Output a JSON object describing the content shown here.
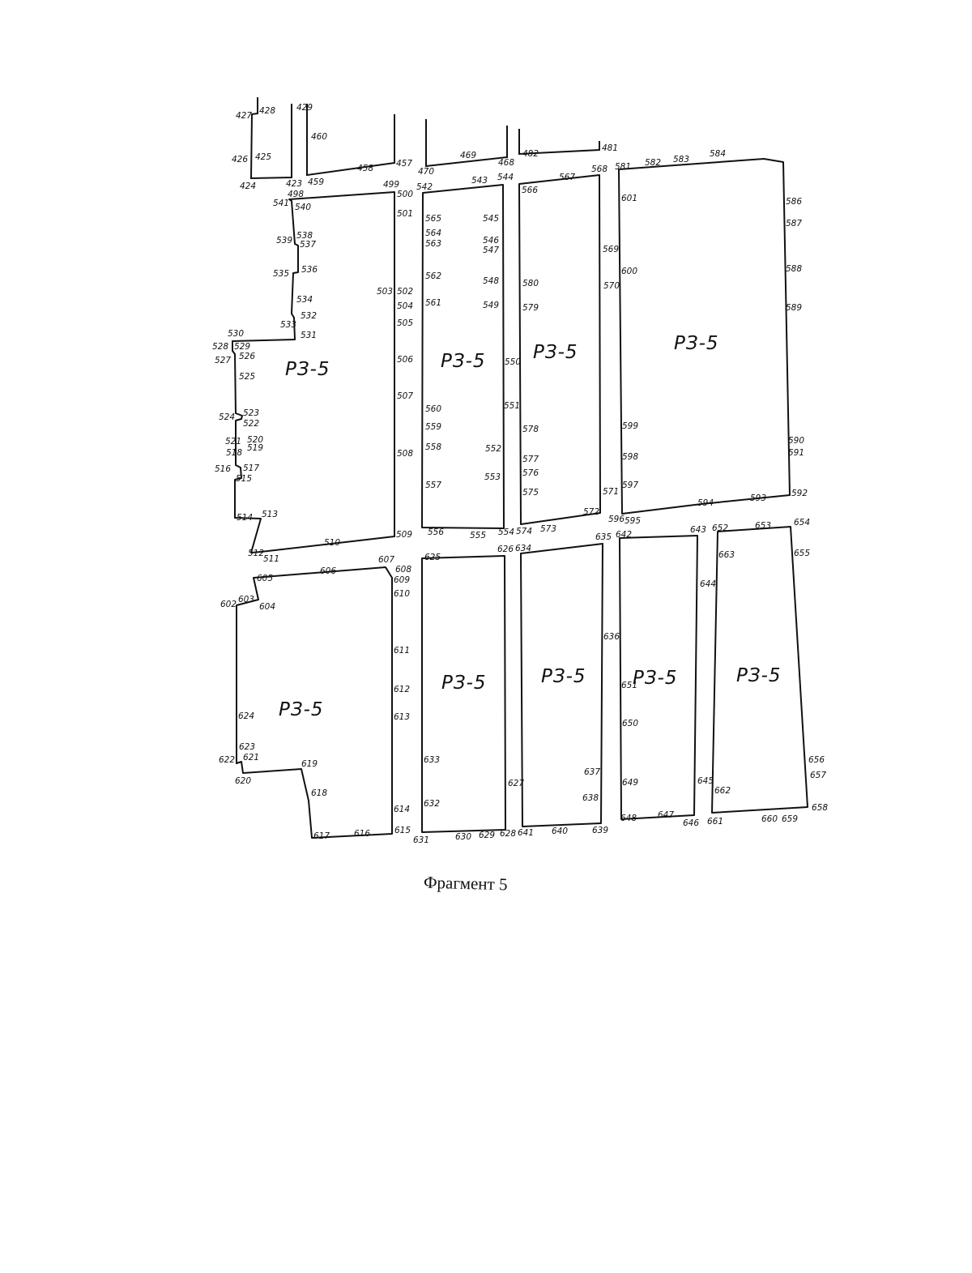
{
  "caption": "Фрагмент 5",
  "zone_label": "РЗ-5",
  "parcels": [
    {
      "id": "parcel-top-1",
      "zone": "РЗ-5",
      "vertices": [
        "498",
        "499",
        "500",
        "501",
        "502",
        "503",
        "504",
        "505",
        "506",
        "507",
        "508",
        "509",
        "510",
        "511",
        "512",
        "513",
        "514",
        "515",
        "516",
        "517",
        "518",
        "519",
        "520",
        "521",
        "522",
        "523",
        "524",
        "525",
        "526",
        "527",
        "528",
        "529",
        "530",
        "531",
        "532",
        "533",
        "534",
        "535",
        "536",
        "537",
        "538",
        "539",
        "540",
        "541"
      ]
    },
    {
      "id": "parcel-top-2",
      "zone": "РЗ-5",
      "vertices": [
        "542",
        "543",
        "544",
        "545",
        "546",
        "547",
        "548",
        "549",
        "550",
        "551",
        "552",
        "553",
        "554",
        "555",
        "556",
        "557",
        "558",
        "559",
        "560",
        "561",
        "562",
        "563",
        "564",
        "565"
      ]
    },
    {
      "id": "parcel-top-3",
      "zone": "РЗ-5",
      "vertices": [
        "566",
        "567",
        "568",
        "569",
        "570",
        "571",
        "572",
        "573",
        "574",
        "575",
        "576",
        "577",
        "578",
        "579",
        "580"
      ]
    },
    {
      "id": "parcel-top-4",
      "zone": "РЗ-5",
      "vertices": [
        "581",
        "582",
        "583",
        "584",
        "586",
        "587",
        "588",
        "589",
        "590",
        "591",
        "592",
        "593",
        "594",
        "595",
        "596",
        "597",
        "598",
        "599",
        "600",
        "601"
      ]
    },
    {
      "id": "parcel-bottom-1",
      "zone": "РЗ-5",
      "vertices": [
        "602",
        "603",
        "604",
        "605",
        "606",
        "607",
        "608",
        "609",
        "610",
        "611",
        "612",
        "613",
        "614",
        "615",
        "616",
        "617",
        "618",
        "619",
        "620",
        "621",
        "622",
        "623",
        "624"
      ]
    },
    {
      "id": "parcel-bottom-2",
      "zone": "РЗ-5",
      "vertices": [
        "625",
        "626",
        "627",
        "628",
        "629",
        "630",
        "631",
        "632",
        "633"
      ]
    },
    {
      "id": "parcel-bottom-3",
      "zone": "РЗ-5",
      "vertices": [
        "634",
        "635",
        "636",
        "637",
        "638",
        "639",
        "640",
        "641"
      ]
    },
    {
      "id": "parcel-bottom-4",
      "zone": "РЗ-5",
      "vertices": [
        "642",
        "643",
        "644",
        "645",
        "646",
        "647",
        "648",
        "649",
        "650",
        "651"
      ]
    },
    {
      "id": "parcel-bottom-5",
      "zone": "РЗ-5",
      "vertices": [
        "652",
        "653",
        "654",
        "655",
        "656",
        "657",
        "658",
        "659",
        "660",
        "661",
        "662",
        "663"
      ]
    }
  ],
  "upper_fragments": [
    "423",
    "424",
    "425",
    "426",
    "427",
    "428",
    "429",
    "457",
    "458",
    "459",
    "460",
    "468",
    "469",
    "470",
    "481",
    "482"
  ],
  "point_labels": [
    "423",
    "424",
    "425",
    "426",
    "427",
    "428",
    "429",
    "457",
    "458",
    "459",
    "460",
    "468",
    "469",
    "470",
    "481",
    "482",
    "498",
    "499",
    "500",
    "501",
    "502",
    "503",
    "504",
    "505",
    "506",
    "507",
    "508",
    "509",
    "510",
    "511",
    "512",
    "513",
    "514",
    "515",
    "516",
    "517",
    "518",
    "519",
    "520",
    "521",
    "522",
    "523",
    "524",
    "525",
    "526",
    "527",
    "528",
    "529",
    "530",
    "531",
    "532",
    "533",
    "534",
    "535",
    "536",
    "537",
    "538",
    "539",
    "540",
    "541",
    "542",
    "543",
    "544",
    "545",
    "546",
    "547",
    "548",
    "549",
    "550",
    "551",
    "552",
    "553",
    "554",
    "555",
    "556",
    "557",
    "558",
    "559",
    "560",
    "561",
    "562",
    "563",
    "564",
    "565",
    "566",
    "567",
    "568",
    "569",
    "570",
    "571",
    "572",
    "573",
    "574",
    "575",
    "576",
    "577",
    "578",
    "579",
    "580",
    "581",
    "582",
    "583",
    "584",
    "586",
    "587",
    "588",
    "589",
    "590",
    "591",
    "592",
    "593",
    "594",
    "595",
    "596",
    "597",
    "598",
    "599",
    "600",
    "601",
    "602",
    "603",
    "604",
    "605",
    "606",
    "607",
    "608",
    "609",
    "610",
    "611",
    "612",
    "613",
    "614",
    "615",
    "616",
    "617",
    "618",
    "619",
    "620",
    "621",
    "622",
    "623",
    "624",
    "625",
    "626",
    "627",
    "628",
    "629",
    "630",
    "631",
    "632",
    "633",
    "634",
    "635",
    "636",
    "637",
    "638",
    "639",
    "640",
    "641",
    "642",
    "643",
    "644",
    "645",
    "646",
    "647",
    "648",
    "649",
    "650",
    "651",
    "652",
    "653",
    "654",
    "655",
    "656",
    "657",
    "658",
    "659",
    "660",
    "661",
    "662",
    "663"
  ]
}
